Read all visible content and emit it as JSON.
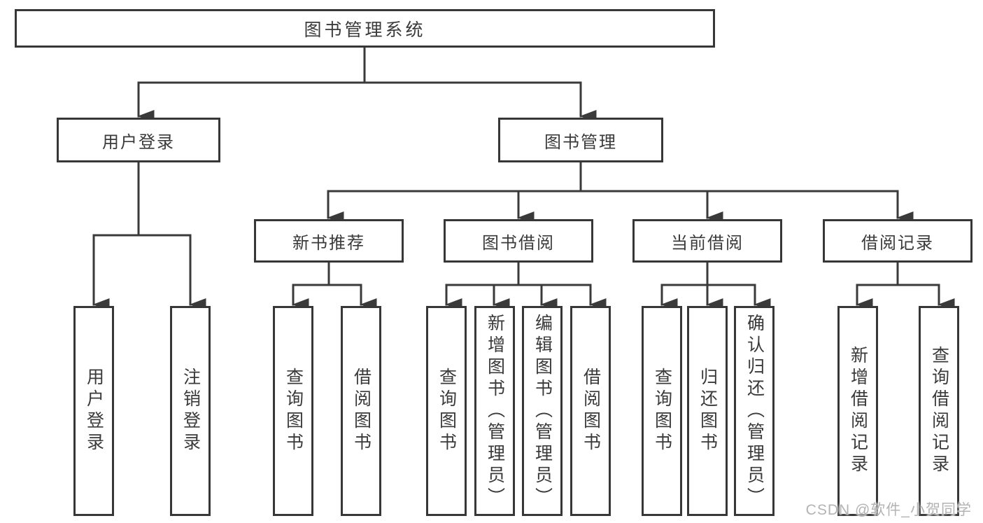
{
  "diagram_type": "function-structure-tree",
  "tree": {
    "label": "图书管理系统",
    "children": [
      {
        "label": "用户登录",
        "children": [
          {
            "label": "用户登录"
          },
          {
            "label": "注销登录"
          }
        ]
      },
      {
        "label": "图书管理",
        "children": [
          {
            "label": "新书推荐",
            "children": [
              {
                "label": "查询图书"
              },
              {
                "label": "借阅图书"
              }
            ]
          },
          {
            "label": "图书借阅",
            "children": [
              {
                "label": "查询图书"
              },
              {
                "label": "新增图书（管理员）"
              },
              {
                "label": "编辑图书（管理员）"
              },
              {
                "label": "借阅图书"
              }
            ]
          },
          {
            "label": "当前借阅",
            "children": [
              {
                "label": "查询图书"
              },
              {
                "label": "归还图书"
              },
              {
                "label": "确认归还（管理员）"
              }
            ]
          },
          {
            "label": "借阅记录",
            "children": [
              {
                "label": "新增借阅记录"
              },
              {
                "label": "查询借阅记录"
              }
            ]
          }
        ]
      }
    ]
  },
  "watermark": "CSDN @软件_小贺同学",
  "colors": {
    "line": "#3a3a3a",
    "border": "#373737",
    "text": "#3a3a3a",
    "watermark": "#b3b3b3",
    "background": "#ffffff"
  }
}
